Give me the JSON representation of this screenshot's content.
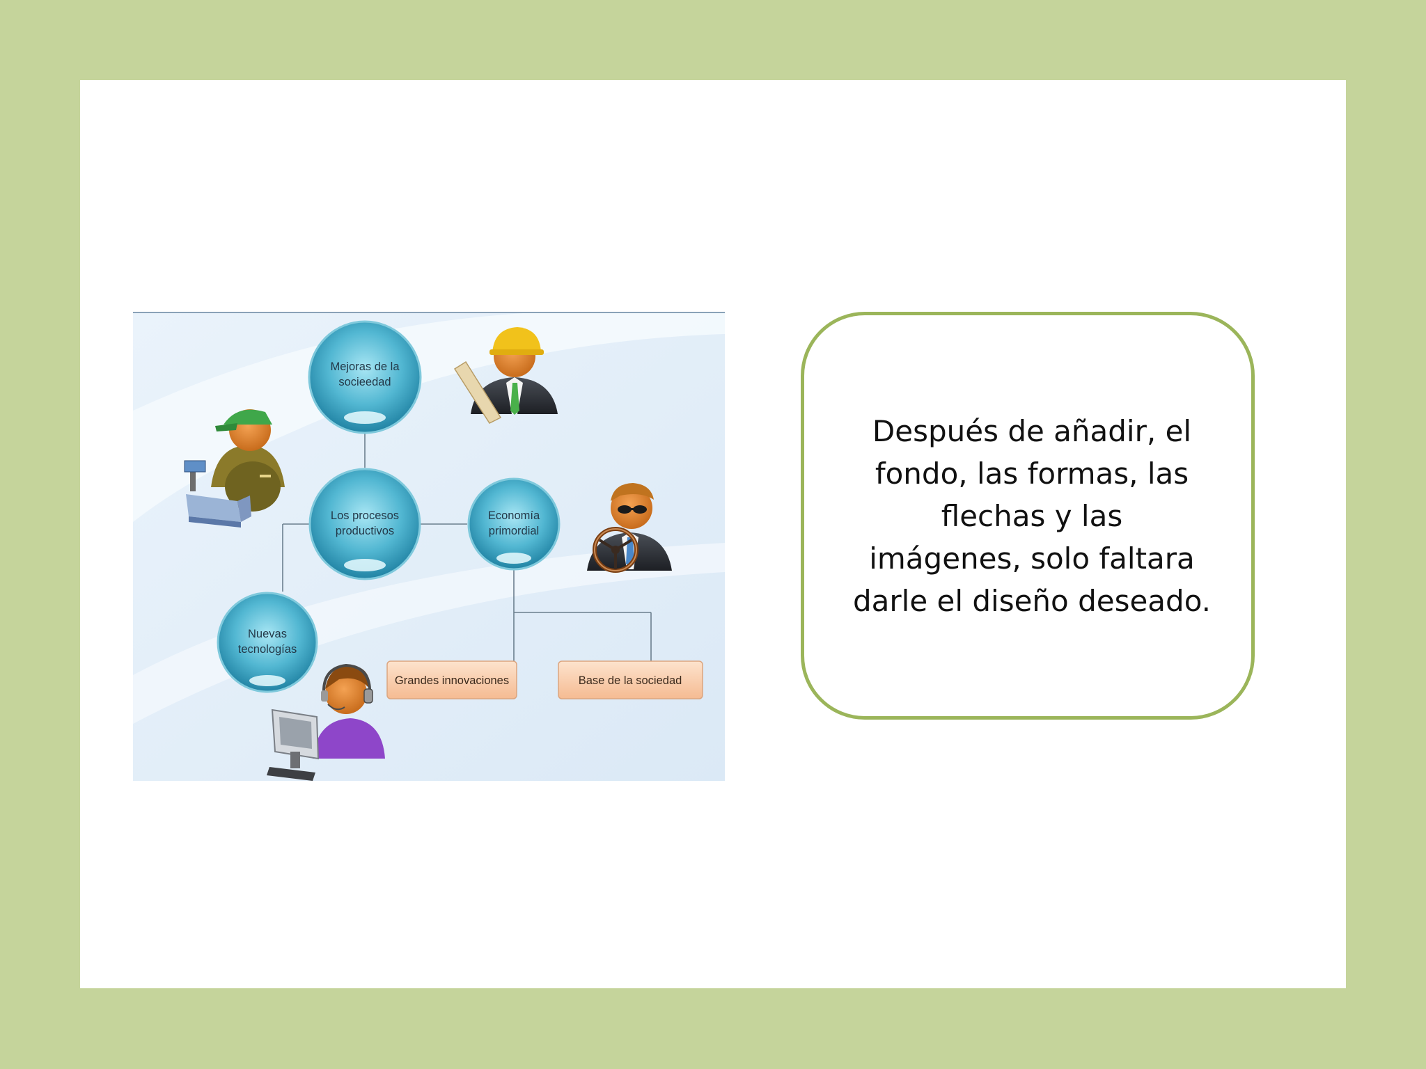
{
  "diagram": {
    "nodes": {
      "mejoras": {
        "line1": "Mejoras de la",
        "line2": "socieedad"
      },
      "procesos": {
        "line1": "Los procesos",
        "line2": "productivos"
      },
      "economia": {
        "line1": "Economía",
        "line2": "primordial"
      },
      "nuevas": {
        "line1": "Nuevas",
        "line2": "tecnologías"
      }
    },
    "boxes": {
      "grandes": "Grandes innovaciones",
      "base": "Base de la sociedad"
    },
    "figures": [
      "cashier-icon",
      "engineer-icon",
      "driver-icon",
      "operator-icon"
    ]
  },
  "caption": {
    "lines": [
      "Después de añadir, el",
      "fondo, las formas, las",
      "flechas y las",
      "imágenes, solo faltara",
      "darle el diseño deseado."
    ]
  },
  "colors": {
    "frame": "#c5d49b",
    "caption_border": "#9bb55a",
    "node_fill": "#3fa6c2",
    "box_fill": "#f7c9a6"
  }
}
